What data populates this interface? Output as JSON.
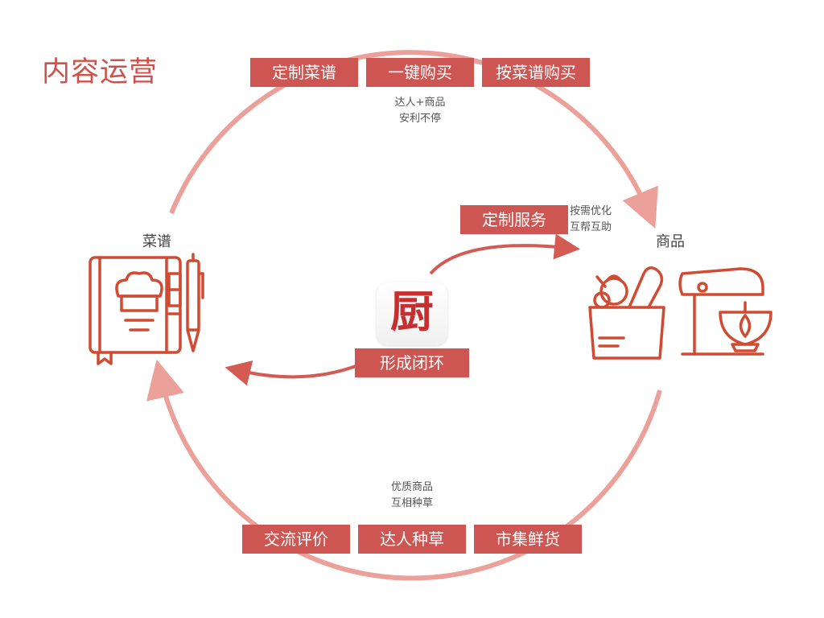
{
  "title": "内容运营",
  "top_tags": [
    "定制菜谱",
    "一键购买",
    "按菜谱购买"
  ],
  "top_note": [
    "达人+商品",
    "安利不停"
  ],
  "center_top_tag": "定制服务",
  "center_top_note": [
    "按需优化",
    "互帮互助"
  ],
  "center_bottom_tag": "形成闭环",
  "app_icon_text": "厨",
  "left_node": "菜谱",
  "right_node": "商品",
  "bottom_note": [
    "优质商品",
    "互相种草"
  ],
  "bottom_tags": [
    "交流评价",
    "达人种草",
    "市集鲜货"
  ],
  "colors": {
    "accent": "#d0504a",
    "tag_bg": "#cd5652",
    "arc": "#eba199",
    "inner_arrow": "#d45a54",
    "icon_stroke": "#d14a32"
  },
  "icons": [
    "recipe-book-icon",
    "grocery-bag-icon",
    "stand-mixer-icon",
    "app-logo-icon"
  ]
}
